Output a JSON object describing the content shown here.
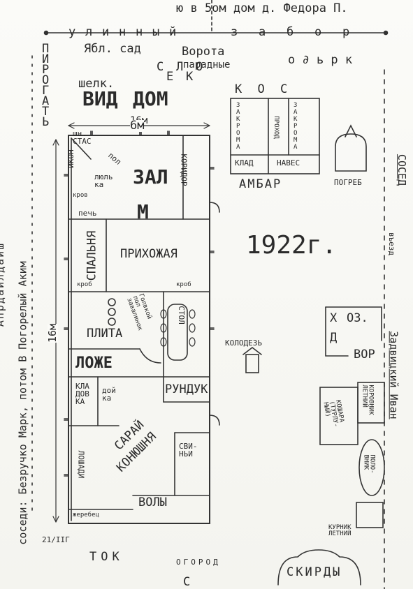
{
  "title_year": "1922г.",
  "top_note": "ю  в 5ом дом д. Федора П.",
  "street_fence": [
    "у",
    "л",
    "и",
    "н",
    "н",
    "ы",
    "й",
    "з",
    "а",
    "б",
    "о",
    "р"
  ],
  "garden_left": "Ябл. сад",
  "gate_label": "Ворота",
  "gate_sub": "парадные",
  "orchard_right": "о ∂ ь р к",
  "garden_name": [
    "С",
    "Е",
    "Л",
    "К",
    "О"
  ],
  "left_letters": [
    "П",
    "И",
    "Р",
    "О",
    "Г",
    "А",
    "Т",
    "Ь"
  ],
  "shelkovitsa": "шелк.",
  "vid": "ВИД",
  "dom": "ДОМ",
  "dim_width": "16м",
  "dim_width2": "6м",
  "dim_length": "16м",
  "neighbors_left": "соседи: Безручко Марк, потом В Погорелый Аким",
  "left_arrows": "Апрдаилдаиш",
  "rooms": {
    "stas": "шн.\nСТАС",
    "ikona": "ИКОН",
    "zal": "ЗАЛ",
    "koridor": "КОРИДОР",
    "pol": "пол",
    "lyulka": "люль\nка",
    "krov": "кров",
    "pech": "печь",
    "m": "М",
    "spalnya": "СПАЛЬНЯ",
    "prihozhaya": "ПРИХОЖАЯ",
    "kro_left": "кроб",
    "kro_right": "кроб",
    "plita": "ПЛИТА",
    "pol_zavalinka": "Голвкой\nпол\nзавалинок",
    "stol": "СТОЛ",
    "lozhe": "ЛОЖЕ",
    "kladovaya": "КЛА\nДОВ\nКА",
    "doika": "дой\nка",
    "sunduk": "РУНДУК",
    "saray": "САРАЙ",
    "konyushnya": "КОНЮШНЯ",
    "svinyi": "СВИ-\nНЬИ",
    "lochadi": "ЛОШАДИ",
    "voly": "ВОЛЫ",
    "zherebets": "жеребец"
  },
  "ambar": {
    "kos": "К О С",
    "zakroma_l": [
      "З",
      "А",
      "К",
      "Р",
      "О",
      "М",
      "А"
    ],
    "prohod": "ПРОХОД",
    "zakroma_r": [
      "З",
      "А",
      "К",
      "Р",
      "О",
      "М",
      "А"
    ],
    "klad": "КЛАД",
    "naves": "НАВЕС",
    "name": "АМБАР"
  },
  "pogreb": "ПОГРЕБ",
  "kolodez": "КОЛОДЕЗЬ",
  "neighbor_right": "СОСЕД",
  "vyezd": "въезд",
  "zadvitsky": "Задвицкий Иван",
  "hoz_dvor": [
    "Х",
    "ОЗ.",
    "Д",
    "ВОР"
  ],
  "korovnik": "КОРОВНИК\nЛЕТНИЙ",
  "koshara": "КОШАРА\n(ТУРЛУ-\nНЫЙ)",
  "polovnik": "ПОЛО-\nВНИК",
  "kurnik": "КУРНИК\nЛЕТНИЙ",
  "tok": "ТОК",
  "ogorod": "ОГОРОД",
  "skirdy": "СКИРДЫ",
  "signature": "21/IIГ",
  "south": "С"
}
